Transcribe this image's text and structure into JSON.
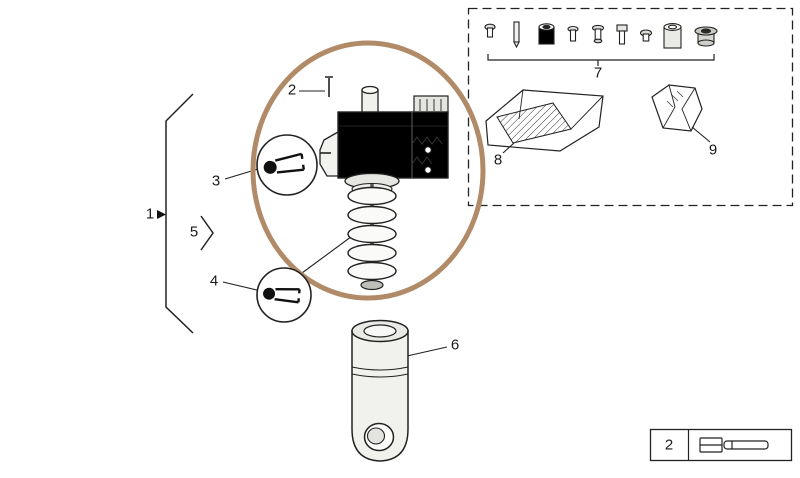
{
  "diagram": {
    "type": "exploded-parts-diagram",
    "callouts": {
      "c1": "1",
      "c2": "2",
      "c3": "3",
      "c4": "4",
      "c5": "5",
      "c6": "6",
      "c7": "7",
      "c8": "8",
      "c9": "9"
    },
    "legend": {
      "item_number": "2",
      "icon": "clip-part-icon"
    },
    "hardware_kit": {
      "callout": "7",
      "part_icons": [
        "rivet-icon",
        "pin-icon",
        "bushing-icon",
        "rivet-icon",
        "flanged-rivet-icon",
        "bolt-icon",
        "plug-icon",
        "sleeve-icon",
        "grommet-icon"
      ]
    },
    "packages": {
      "gasket_pack_callout": "8",
      "parts_bag_callout": "9"
    },
    "details": {
      "fork_end_callout": "3",
      "pin_end_callout": "4",
      "group_callout": "5",
      "assembly_group_callout": "1",
      "solenoid_valve_callout": "2",
      "cylinder_callout": "6"
    },
    "colors": {
      "highlight_ring": "#b18a68",
      "line": "#1f1f1f",
      "fill_light": "#ededea",
      "background": "#ffffff"
    }
  }
}
